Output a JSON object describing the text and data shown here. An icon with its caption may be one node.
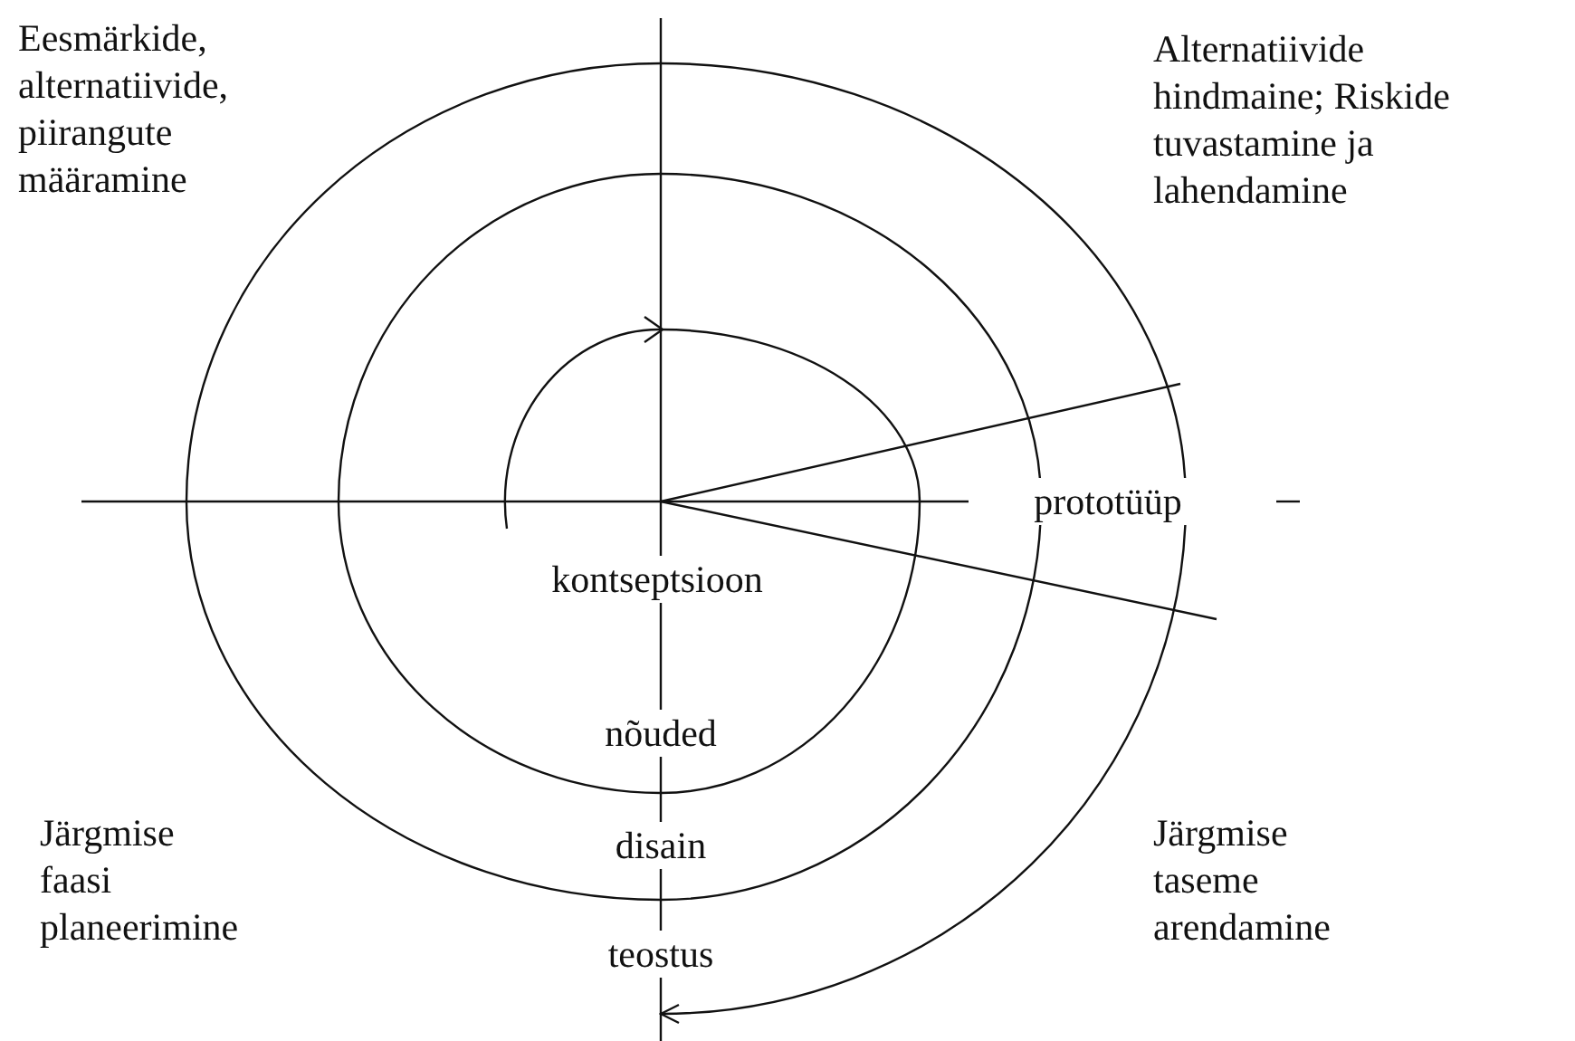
{
  "diagram": {
    "labels": [
      "Eesmärkide, alternatiivide, piirangute määramine",
      "Alternatiivide hindmaine; Riskide tuvastamine ja lahendamine",
      "prototüüp",
      "kontseptsioon",
      "nõuded",
      "Järgmise faasi planeerimine",
      "disain",
      "Järgmise taseme arendamine",
      "teostus"
    ]
  }
}
